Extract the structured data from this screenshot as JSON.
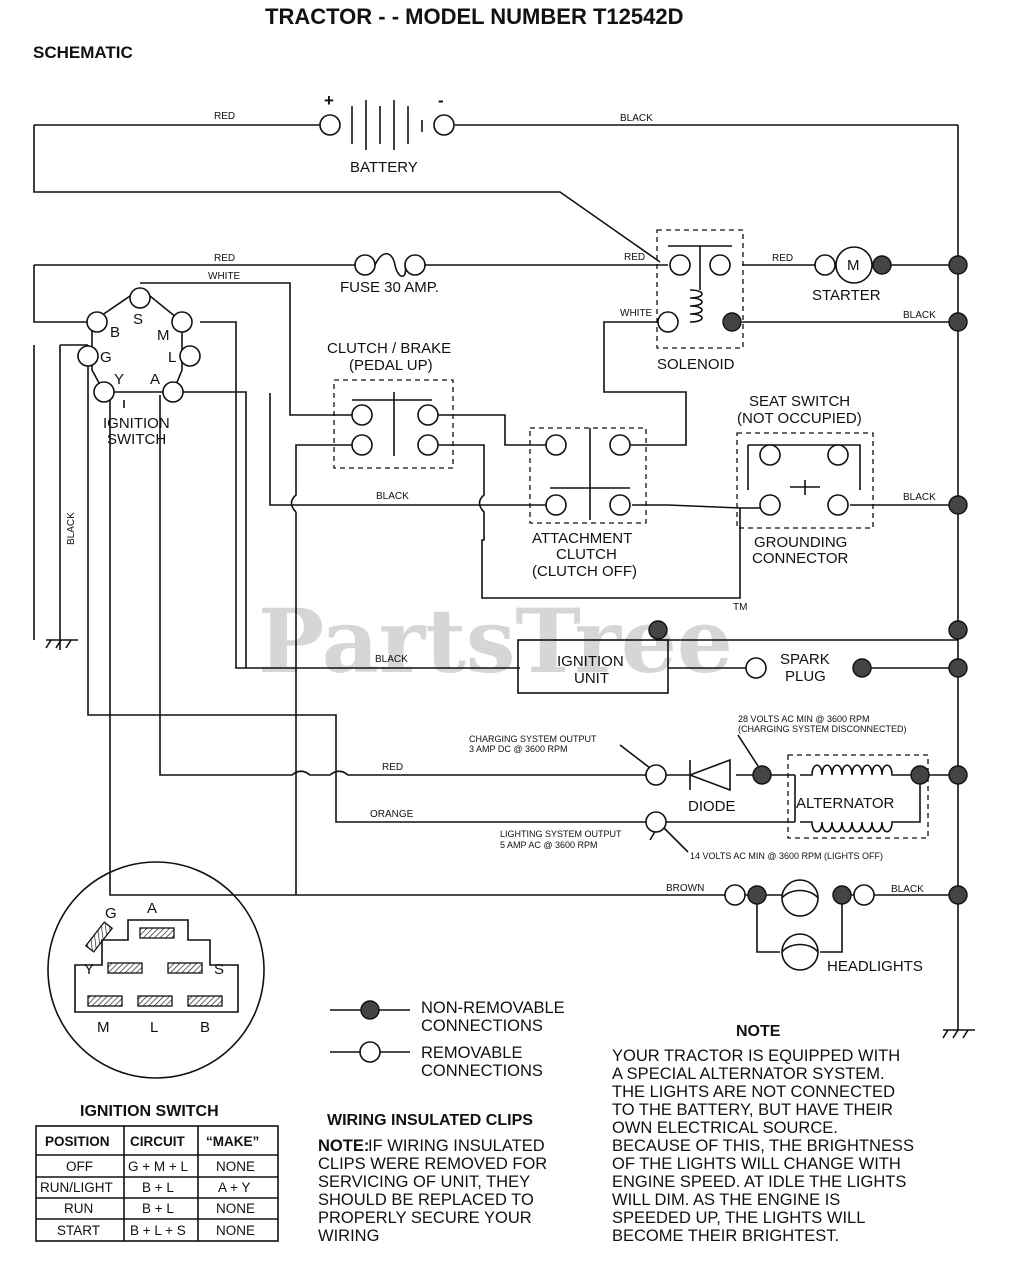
{
  "title": "TRACTOR - - MODEL NUMBER T12542D",
  "subtitle": "SCHEMATIC",
  "watermark": "PartsTree",
  "watermark_tm": "TM",
  "components": {
    "battery": "BATTERY",
    "battery_plus": "+",
    "battery_minus": "-",
    "fuse": "FUSE 30 AMP.",
    "solenoid": "SOLENOID",
    "starter": "STARTER",
    "starter_symbol": "M",
    "ignition_switch_1": "IGNITION",
    "ignition_switch_2": "SWITCH",
    "clutch_brake_1": "CLUTCH / BRAKE",
    "clutch_brake_2": "(PEDAL UP)",
    "seat_switch_1": "SEAT SWITCH",
    "seat_switch_2": "(NOT OCCUPIED)",
    "grounding_1": "GROUNDING",
    "grounding_2": "CONNECTOR",
    "attachment_1": "ATTACHMENT",
    "attachment_2": "CLUTCH",
    "attachment_3": "(CLUTCH OFF)",
    "ignition_unit_1": "IGNITION",
    "ignition_unit_2": "UNIT",
    "spark_plug_1": "SPARK",
    "spark_plug_2": "PLUG",
    "diode": "DIODE",
    "alternator": "ALTERNATOR",
    "headlights": "HEADLIGHTS"
  },
  "terminals": {
    "b": "B",
    "s": "S",
    "m": "M",
    "l": "L",
    "g": "G",
    "y": "Y",
    "a": "A"
  },
  "wires": {
    "red": "RED",
    "black": "BLACK",
    "white": "WHITE",
    "orange": "ORANGE",
    "brown": "BROWN"
  },
  "specs": {
    "charging_1": "CHARGING SYSTEM OUTPUT",
    "charging_2": "3 AMP DC @ 3600 RPM",
    "ac28_1": "28 VOLTS AC MIN  @ 3600 RPM",
    "ac28_2": "(CHARGING SYSTEM DISCONNECTED)",
    "lighting_1": "LIGHTING SYSTEM OUTPUT",
    "lighting_2": "5 AMP AC @ 3600 RPM",
    "ac14": "14 VOLTS AC MIN  @ 3600 RPM (LIGHTS OFF)"
  },
  "legend": {
    "nonremovable_1": "NON-REMOVABLE",
    "nonremovable_2": "CONNECTIONS",
    "removable_1": "REMOVABLE",
    "removable_2": "CONNECTIONS"
  },
  "ignition_table": {
    "title": "IGNITION SWITCH",
    "headers": [
      "POSITION",
      "CIRCUIT",
      "“MAKE”"
    ],
    "rows": [
      [
        "OFF",
        "G + M + L",
        "NONE"
      ],
      [
        "RUN/LIGHT",
        "B + L",
        "A + Y"
      ],
      [
        "RUN",
        "B + L",
        "NONE"
      ],
      [
        "START",
        "B + L + S",
        "NONE"
      ]
    ]
  },
  "clips": {
    "title": "WIRING INSULATED CLIPS",
    "note_label": "NOTE:",
    "lines": [
      "IF WIRING INSULATED",
      "CLIPS WERE REMOVED FOR",
      "SERVICING OF UNIT, THEY",
      "SHOULD BE REPLACED TO",
      "PROPERLY SECURE YOUR",
      "WIRING"
    ]
  },
  "note": {
    "title": "NOTE",
    "lines": [
      "YOUR TRACTOR IS EQUIPPED WITH",
      "A SPECIAL ALTERNATOR SYSTEM.",
      "THE LIGHTS ARE NOT CONNECTED",
      "TO  THE BATTERY, BUT HAVE THEIR",
      "OWN ELECTRICAL SOURCE.",
      "BECAUSE OF THIS, THE BRIGHTNESS",
      "OF THE LIGHTS WILL CHANGE WITH",
      "ENGINE SPEED.  AT IDLE THE LIGHTS",
      "WILL DIM.  AS THE ENGINE IS",
      "SPEEDED UP, THE LIGHTS WILL",
      "BECOME THEIR BRIGHTEST."
    ]
  }
}
